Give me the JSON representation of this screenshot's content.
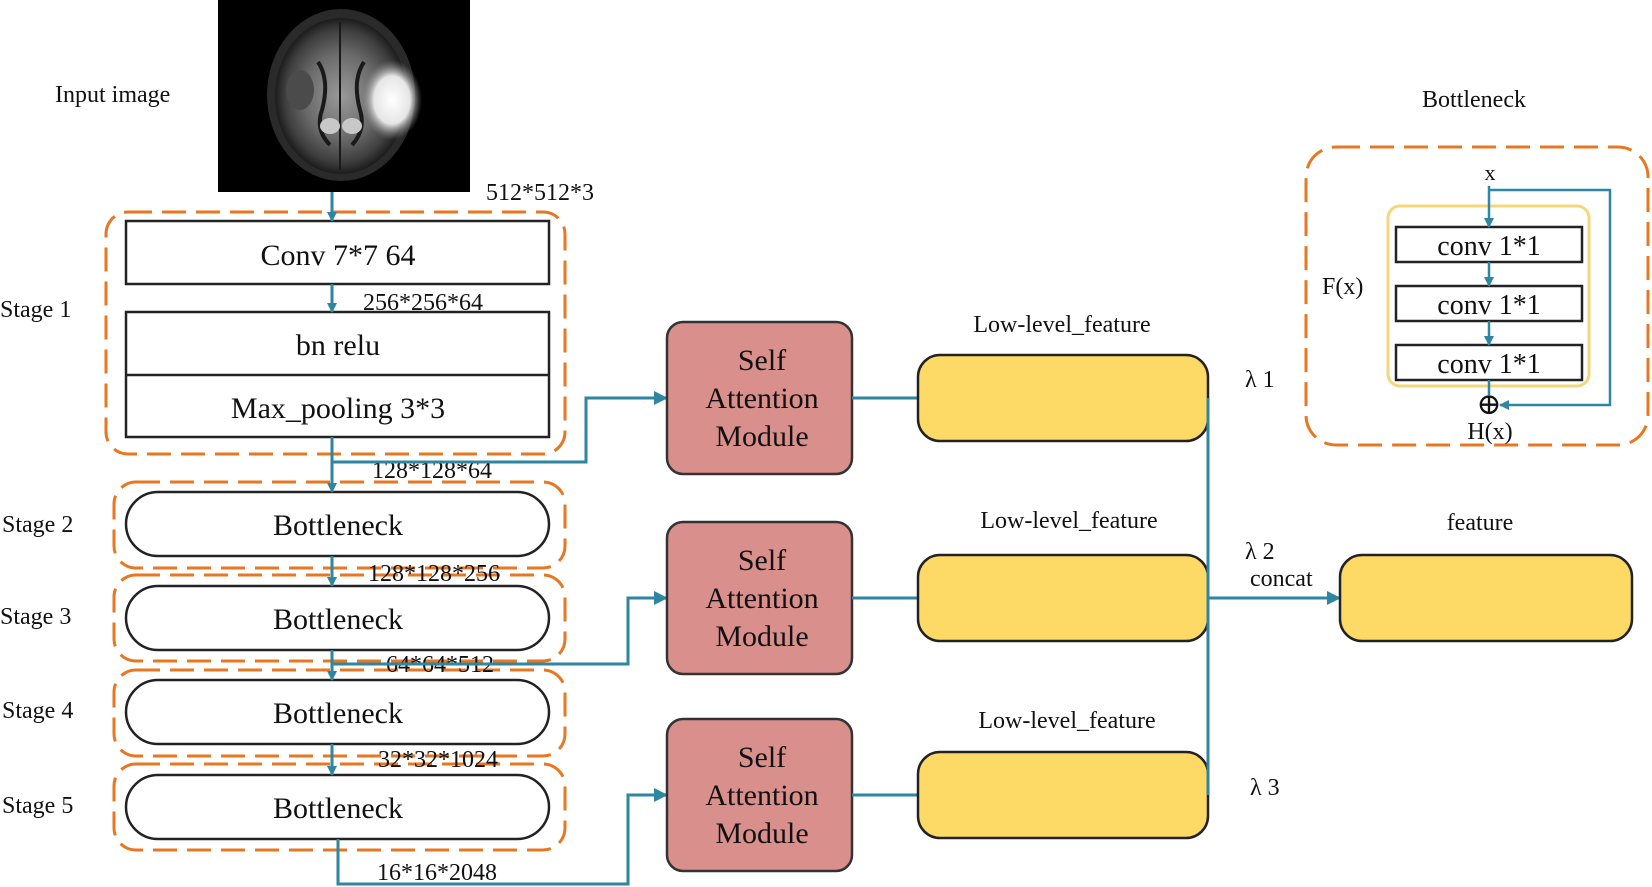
{
  "input": {
    "label": "Input image",
    "dims": "512*512*3"
  },
  "stage_labels": [
    "Stage 1",
    "Stage 2",
    "Stage 3",
    "Stage 4",
    "Stage 5"
  ],
  "stage1": {
    "conv": "Conv 7*7 64",
    "bn": "bn relu",
    "pool": "Max_pooling 3*3"
  },
  "bottleneck_label": "Bottleneck",
  "dims": {
    "after_conv": "256*256*64",
    "after_stage1": "128*128*64",
    "after_stage2": "128*128*256",
    "after_stage3": "64*64*512",
    "after_stage4": "32*32*1024",
    "after_stage5": "16*16*2048"
  },
  "sam": {
    "line1": "Self",
    "line2": "Attention",
    "line3": "Module"
  },
  "low_level_feature": "Low-level_feature",
  "lambdas": [
    "λ 1",
    "λ 2",
    "λ 3"
  ],
  "concat": "concat",
  "feature": "feature",
  "inset": {
    "title": "Bottleneck",
    "x": "x",
    "fx": "F(x)",
    "hx": "H(x)",
    "conv": "conv 1*1",
    "plus": "⊕"
  },
  "colors": {
    "dashed_border": "#E87722",
    "arrow": "#2E86A0",
    "sam_fill": "#D9908C",
    "feature_fill": "#FDD966",
    "inset_inner_border": "#F4D77A"
  }
}
